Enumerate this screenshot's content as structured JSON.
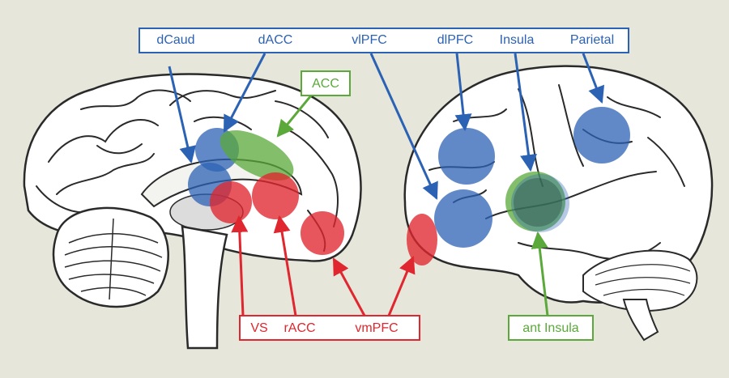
{
  "colors": {
    "background": "#e6e7da",
    "blue": "#2c62b4",
    "red": "#e0262e",
    "green": "#5aa93a",
    "outline": "#2a2a2a"
  },
  "labels": {
    "blue": {
      "dcaud": "dCaud",
      "dacc": "dACC",
      "vlpfc": "vlPFC",
      "dlpfc": "dlPFC",
      "insula": "Insula",
      "parietal": "Parietal"
    },
    "green": {
      "acc": "ACC",
      "ant_insula": "ant Insula"
    },
    "red": {
      "vs": "VS",
      "racc": "rACC",
      "vmpfc": "vmPFC"
    }
  }
}
